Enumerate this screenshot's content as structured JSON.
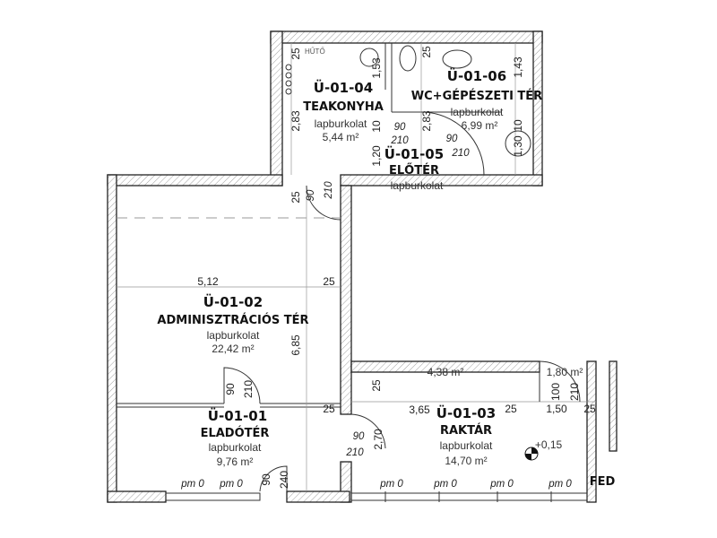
{
  "rooms": {
    "r04": {
      "code": "Ü-01-04",
      "name": "TEAKONYHA",
      "material": "lapburkolat",
      "area": "5,44 m²"
    },
    "r06": {
      "code": "Ü-01-06",
      "name": "WC+GÉPÉSZETI TÉR",
      "material": "lapburkolat",
      "area": "6,99 m²"
    },
    "r05": {
      "code": "Ü-01-05",
      "name": "ELŐTÉR",
      "material": "lapburkolat"
    },
    "r02": {
      "code": "Ü-01-02",
      "name": "ADMINISZTRÁCIÓS TÉR",
      "material": "lapburkolat",
      "area": "22,42 m²"
    },
    "r01": {
      "code": "Ü-01-01",
      "name": "ELADÓTÉR",
      "material": "lapburkolat",
      "area": "9,76 m²"
    },
    "r03": {
      "code": "Ü-01-03",
      "name": "RAKTÁR",
      "material": "lapburkolat",
      "area": "14,70 m²"
    },
    "other_areas": [
      "4,38 m²",
      "1,80 m²"
    ],
    "partial_label": "FED"
  },
  "labels": {
    "fridge": "HŰTŐ",
    "level": "+0,15",
    "parapet": "pm 0"
  },
  "dims": {
    "top": [
      "25",
      "1,53",
      "2,83",
      "25",
      "1,43",
      "10",
      "1,30",
      "2,83",
      "10",
      "1,20"
    ],
    "doors_top": [
      "90",
      "210",
      "90",
      "210",
      "25",
      "90",
      "210"
    ],
    "admin": [
      "5,12",
      "25",
      "6,85"
    ],
    "sales": [
      "90",
      "210",
      "25",
      "90",
      "240"
    ],
    "store_door": [
      "90",
      "210",
      "2,70"
    ],
    "store": [
      "100",
      "210",
      "25",
      "3,65",
      "25",
      "1,50",
      "25"
    ]
  }
}
